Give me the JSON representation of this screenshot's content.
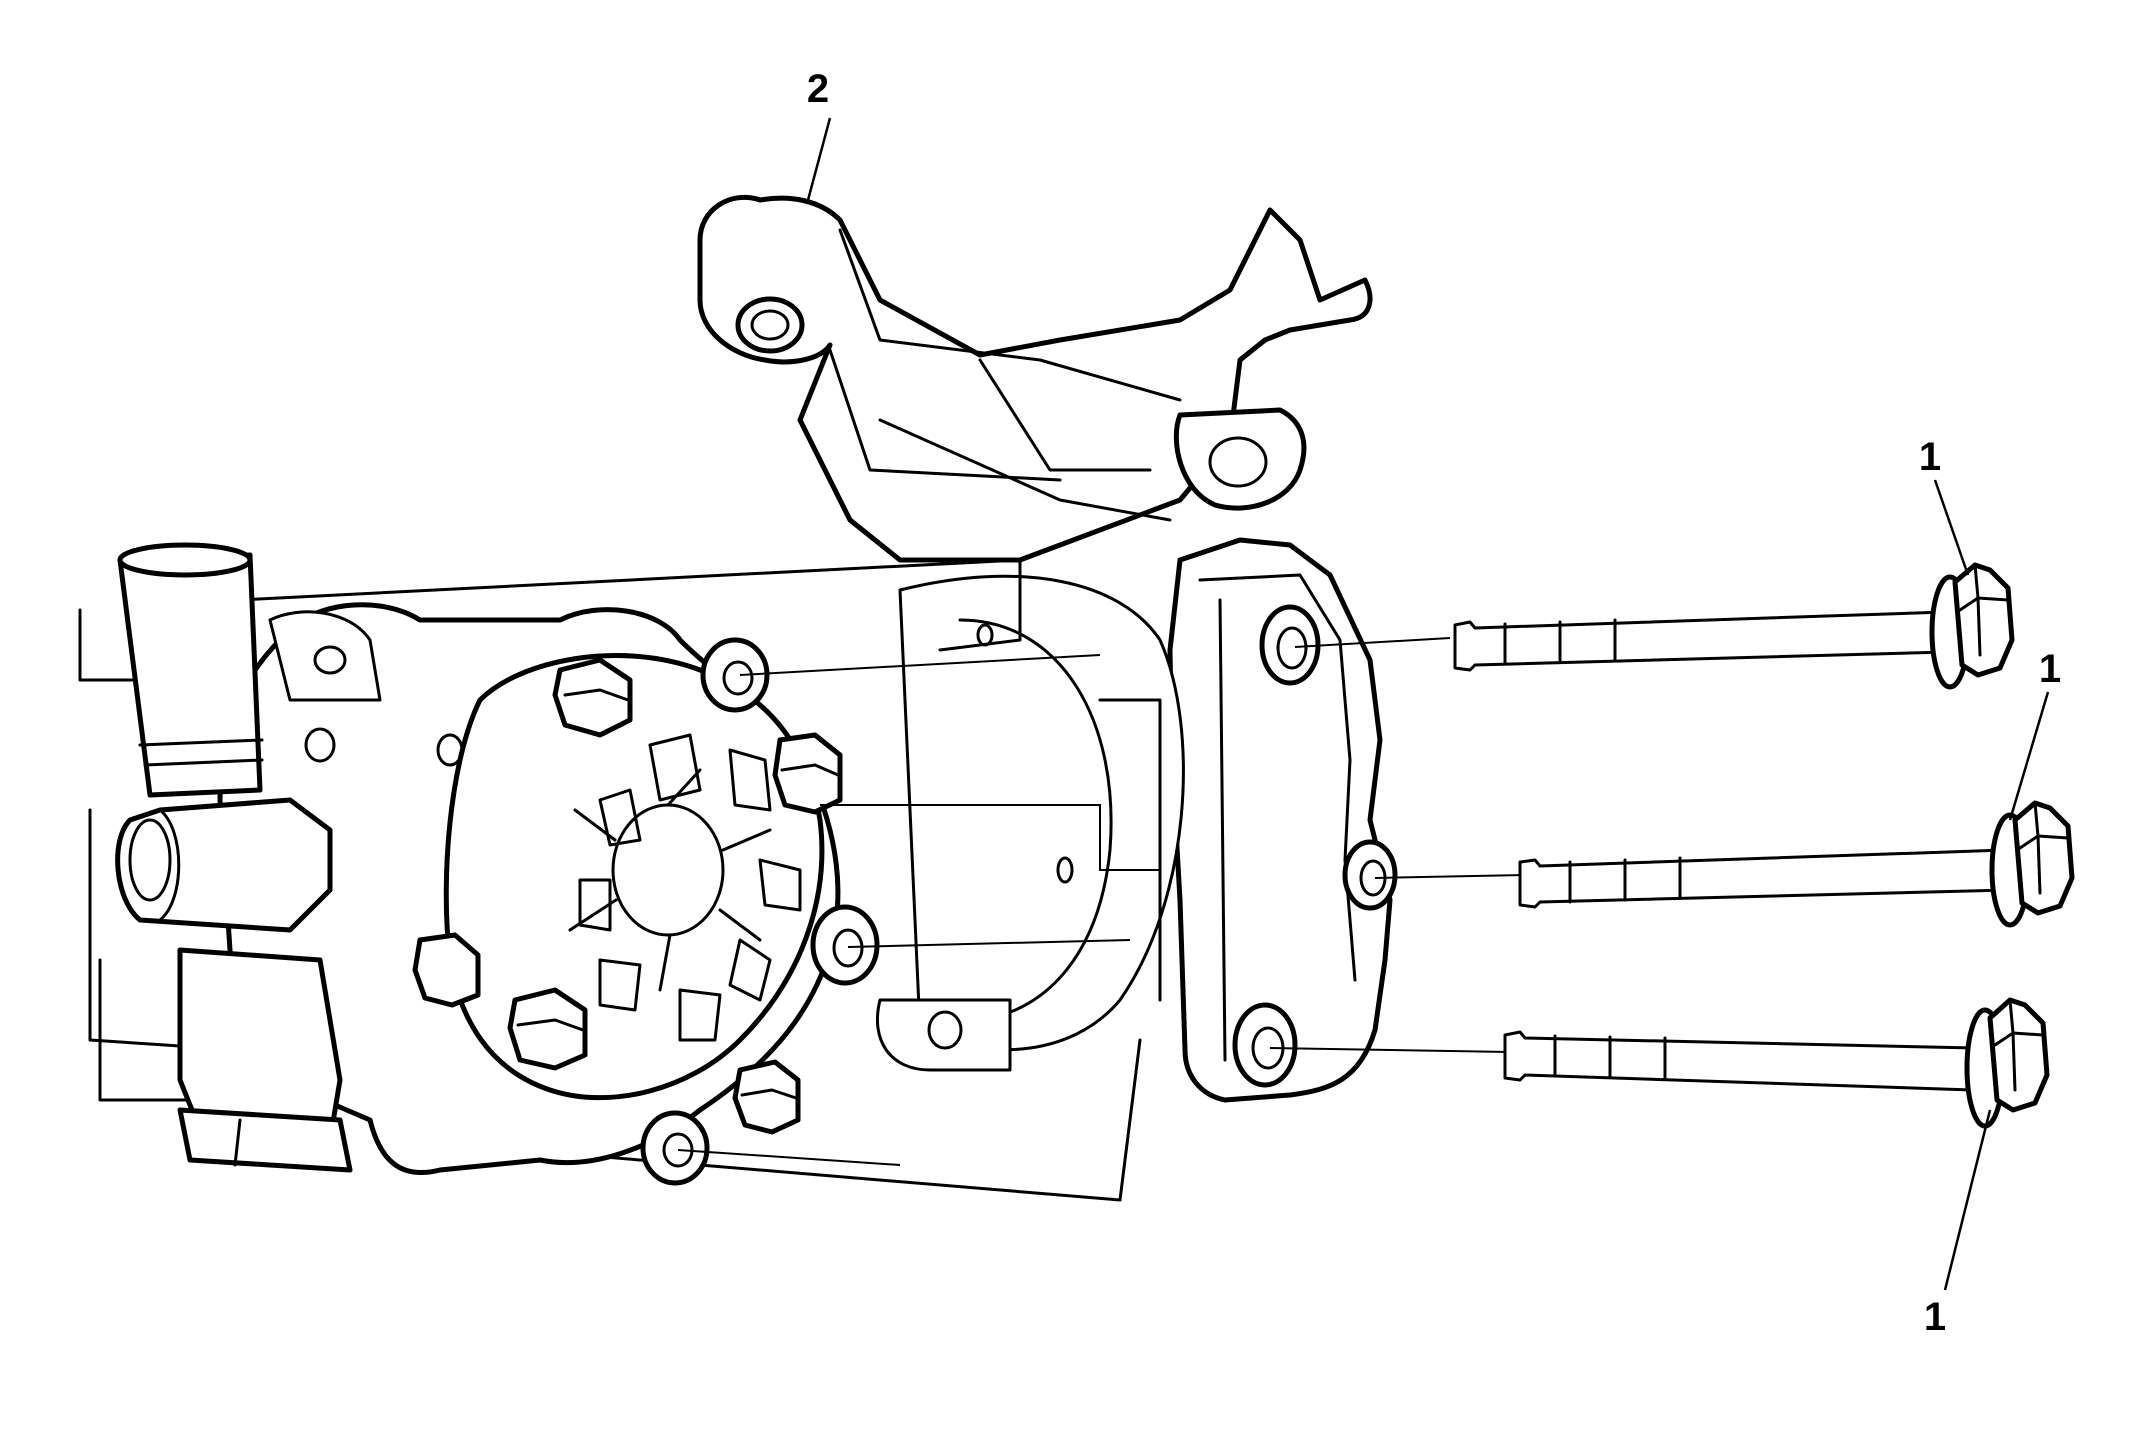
{
  "callouts": {
    "bracket": "2",
    "bolt_top": "1",
    "bolt_middle": "1",
    "bolt_bottom": "1"
  },
  "colors": {
    "line": "#000000",
    "background": "#ffffff"
  }
}
